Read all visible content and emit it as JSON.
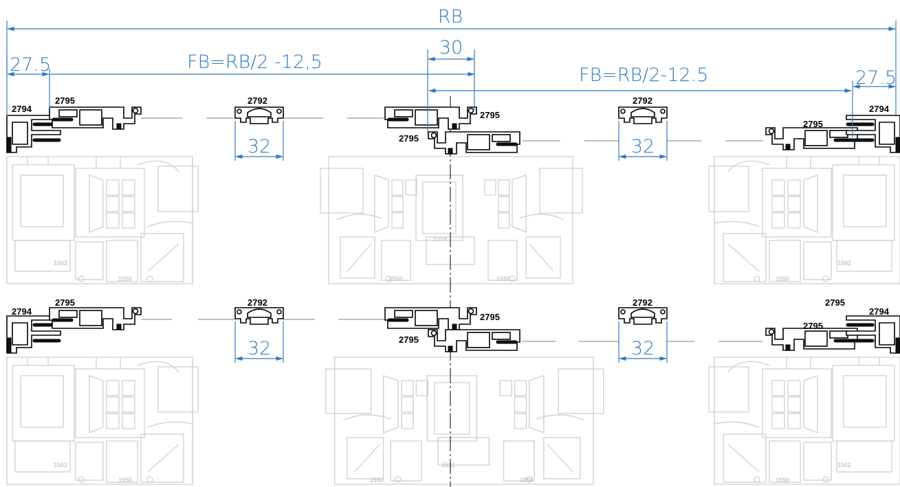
{
  "dimensions": {
    "rb": "RB",
    "fb_left": "FB=RB/2 -12,5",
    "fb_right": "FB=RB/2-12.5",
    "offset_left": "27.5",
    "offset_right": "27.5",
    "center_gap": "30",
    "clip_width": "32"
  },
  "parts": {
    "outer_frame": "2794",
    "sash": "2795",
    "clip": "2792"
  },
  "sections": {
    "frame": "1502",
    "sash": "1550",
    "mullion_top": "1559",
    "mullion_bottom": "1531"
  },
  "colors": {
    "dimension": "#2e7bbf",
    "ghost": "#cfcfcf",
    "profile": "#000000"
  }
}
